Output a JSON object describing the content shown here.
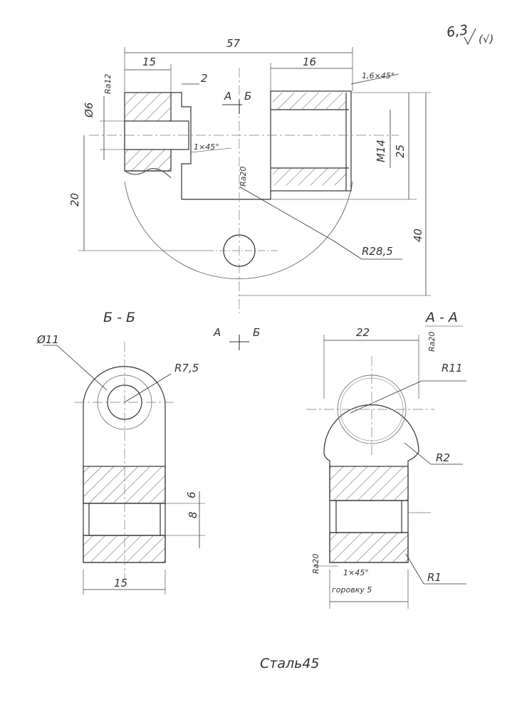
{
  "roughness_general": "6,3",
  "roughness_general_suffix": "(√)",
  "top_view": {
    "dim_overall": "57",
    "dim_left": "15",
    "dim_gap": "2",
    "dim_right": "16",
    "chamfer_top": "1,6×45°",
    "rough_left": "Ra12",
    "dia_left": "Ø6",
    "chamfer_small": "1×45°",
    "rough_mid": "Ra20",
    "thread": "M14",
    "dim_25": "25",
    "dim_20": "20",
    "dim_40": "40",
    "radius": "R28,5",
    "cut_a_top": "А",
    "cut_b_top": "Б",
    "cut_a_bottom": "А",
    "cut_b_bottom": "Б"
  },
  "section_bb": {
    "title": "Б - Б",
    "dia": "Ø11",
    "radius": "R7,5",
    "dim_6": "6",
    "dim_8": "8",
    "dim_15": "15"
  },
  "section_aa": {
    "title": "А - А",
    "dim_22": "22",
    "rough": "Ra20",
    "r11": "R11",
    "r2": "R2",
    "r1": "R1",
    "rough_bottom": "Ra20",
    "chamfer": "1×45°",
    "chamfer_note": "горовку 5"
  },
  "material": "Сталь45"
}
